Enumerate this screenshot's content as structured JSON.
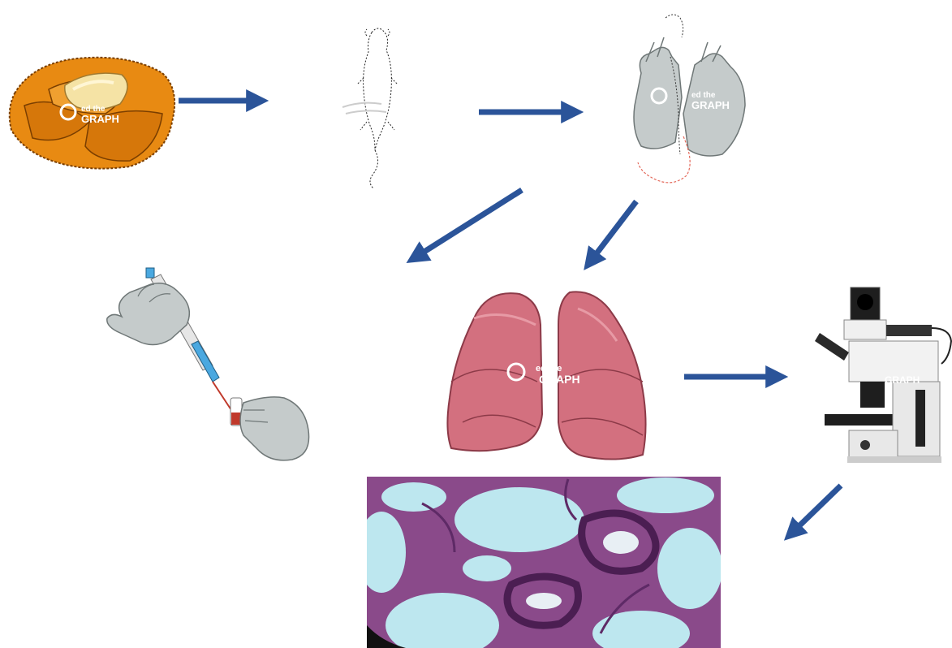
{
  "watermark": {
    "line1": "ed the",
    "line2": "GRAPH"
  },
  "colors": {
    "arrow": "#2b5499",
    "food": "#e88a12",
    "food_dark": "#b85f05",
    "butter": "#f5e3a5",
    "glove": "#c5cbcb",
    "glove_edge": "#6f7777",
    "lung": "#d3707f",
    "lung_edge": "#8c3a48",
    "tissue_bg": "#bde7ef",
    "tissue_stain": "#8a4a8a",
    "tissue_dark": "#4b1e52",
    "blood": "#c0392b",
    "pipette_tip": "#4aa8e0"
  },
  "icons": [
    "food-pellets-icon",
    "mouse-icon",
    "gloved-hands-restraining-mouse-icon",
    "pipette-blood-sample-icon",
    "lungs-icon",
    "microscope-icon",
    "histology-micrograph"
  ]
}
